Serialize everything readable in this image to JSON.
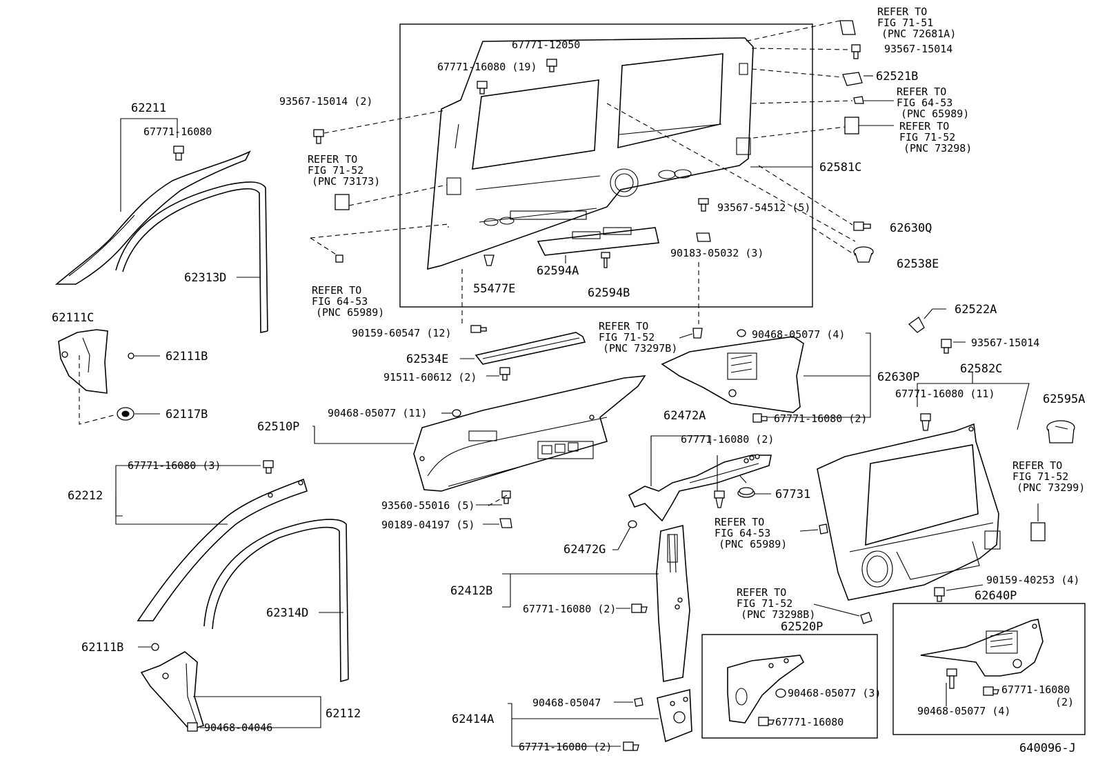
{
  "diagram_id": "640096-J",
  "labels": {
    "l62211": "62211",
    "l67771_16080_a": "67771-16080",
    "l62313D": "62313D",
    "l62111C": "62111C",
    "l62111B_a": "62111B",
    "l62117B": "62117B",
    "l67771_16080_3": "67771-16080 (3)",
    "l62212": "62212",
    "l62314D": "62314D",
    "l62111B_b": "62111B",
    "l62112": "62112",
    "l90468_04046": "90468-04046",
    "l93567_15014_2": "93567-15014 (2)",
    "refer_71_52_a1": "REFER TO",
    "refer_71_52_a2": "FIG 71-52",
    "refer_71_52_a3": "(PNC 73173)",
    "refer_64_53_a1": "REFER TO",
    "refer_64_53_a2": "FIG 64-53",
    "refer_64_53_a3": "(PNC 65989)",
    "l67771_12050": "67771-12050",
    "l67771_16080_19": "67771-16080 (19)",
    "l55477E": "55477E",
    "l62594A": "62594A",
    "l62594B": "62594B",
    "l93567_54512_5": "93567-54512 (5)",
    "l90183_05032_3": "90183-05032 (3)",
    "l62581C": "62581C",
    "refer_71_51_1": "REFER TO",
    "refer_71_51_2": "FIG 71-51",
    "refer_71_51_3": "(PNC 72681A)",
    "l93567_15014_top": "93567-15014",
    "l62521B": "62521B",
    "refer_64_53_b1": "REFER TO",
    "refer_64_53_b2": "FIG 64-53",
    "refer_64_53_b3": "(PNC 65989)",
    "refer_71_52_b1": "REFER TO",
    "refer_71_52_b2": "FIG 71-52",
    "refer_71_52_b3": "(PNC 73298)",
    "l62630Q": "62630Q",
    "l62538E": "62538E",
    "l90159_60547_12": "90159-60547 (12)",
    "l62534E": "62534E",
    "l91511_60612_2": "91511-60612 (2)",
    "refer_71_52_c1": "REFER TO",
    "refer_71_52_c2": "FIG 71-52",
    "refer_71_52_c3": "(PNC 73297B)",
    "l90468_05077_4a": "90468-05077 (4)",
    "l62630P": "62630P",
    "l67771_16080_2a": "67771-16080 (2)",
    "l90468_05077_11": "90468-05077 (11)",
    "l62510P": "62510P",
    "l93560_55016_5": "93560-55016 (5)",
    "l90189_04197_5": "90189-04197 (5)",
    "l62472A": "62472A",
    "l67771_16080_2b": "67771-16080 (2)",
    "l67731": "67731",
    "l62472G": "62472G",
    "l62412B": "62412B",
    "l67771_16080_2c": "67771-16080 (2)",
    "l90468_05047": "90468-05047",
    "l62414A": "62414A",
    "l67771_16080_2d": "67771-16080 (2)",
    "l62522A": "62522A",
    "l93567_15014_r": "93567-15014",
    "l62582C": "62582C",
    "l67771_16080_11": "67771-16080 (11)",
    "l62595A": "62595A",
    "refer_71_52_d1": "REFER TO",
    "refer_71_52_d2": "FIG 71-52",
    "refer_71_52_d3": "(PNC 73299)",
    "refer_64_53_c1": "REFER TO",
    "refer_64_53_c2": "FIG 64-53",
    "refer_64_53_c3": "(PNC 65989)",
    "l90159_40253_4": "90159-40253 (4)",
    "refer_71_52_e1": "REFER TO",
    "refer_71_52_e2": "FIG 71-52",
    "refer_71_52_e3": "(PNC 73298B)",
    "l62520P": "62520P",
    "l90468_05077_3": "90468-05077 (3)",
    "l67771_16080_b": "67771-16080",
    "l62640P": "62640P",
    "l67771_16080_2e": "67771-16080",
    "l67771_16080_2e_qty": "(2)",
    "l90468_05077_4b": "90468-05077 (4)"
  }
}
